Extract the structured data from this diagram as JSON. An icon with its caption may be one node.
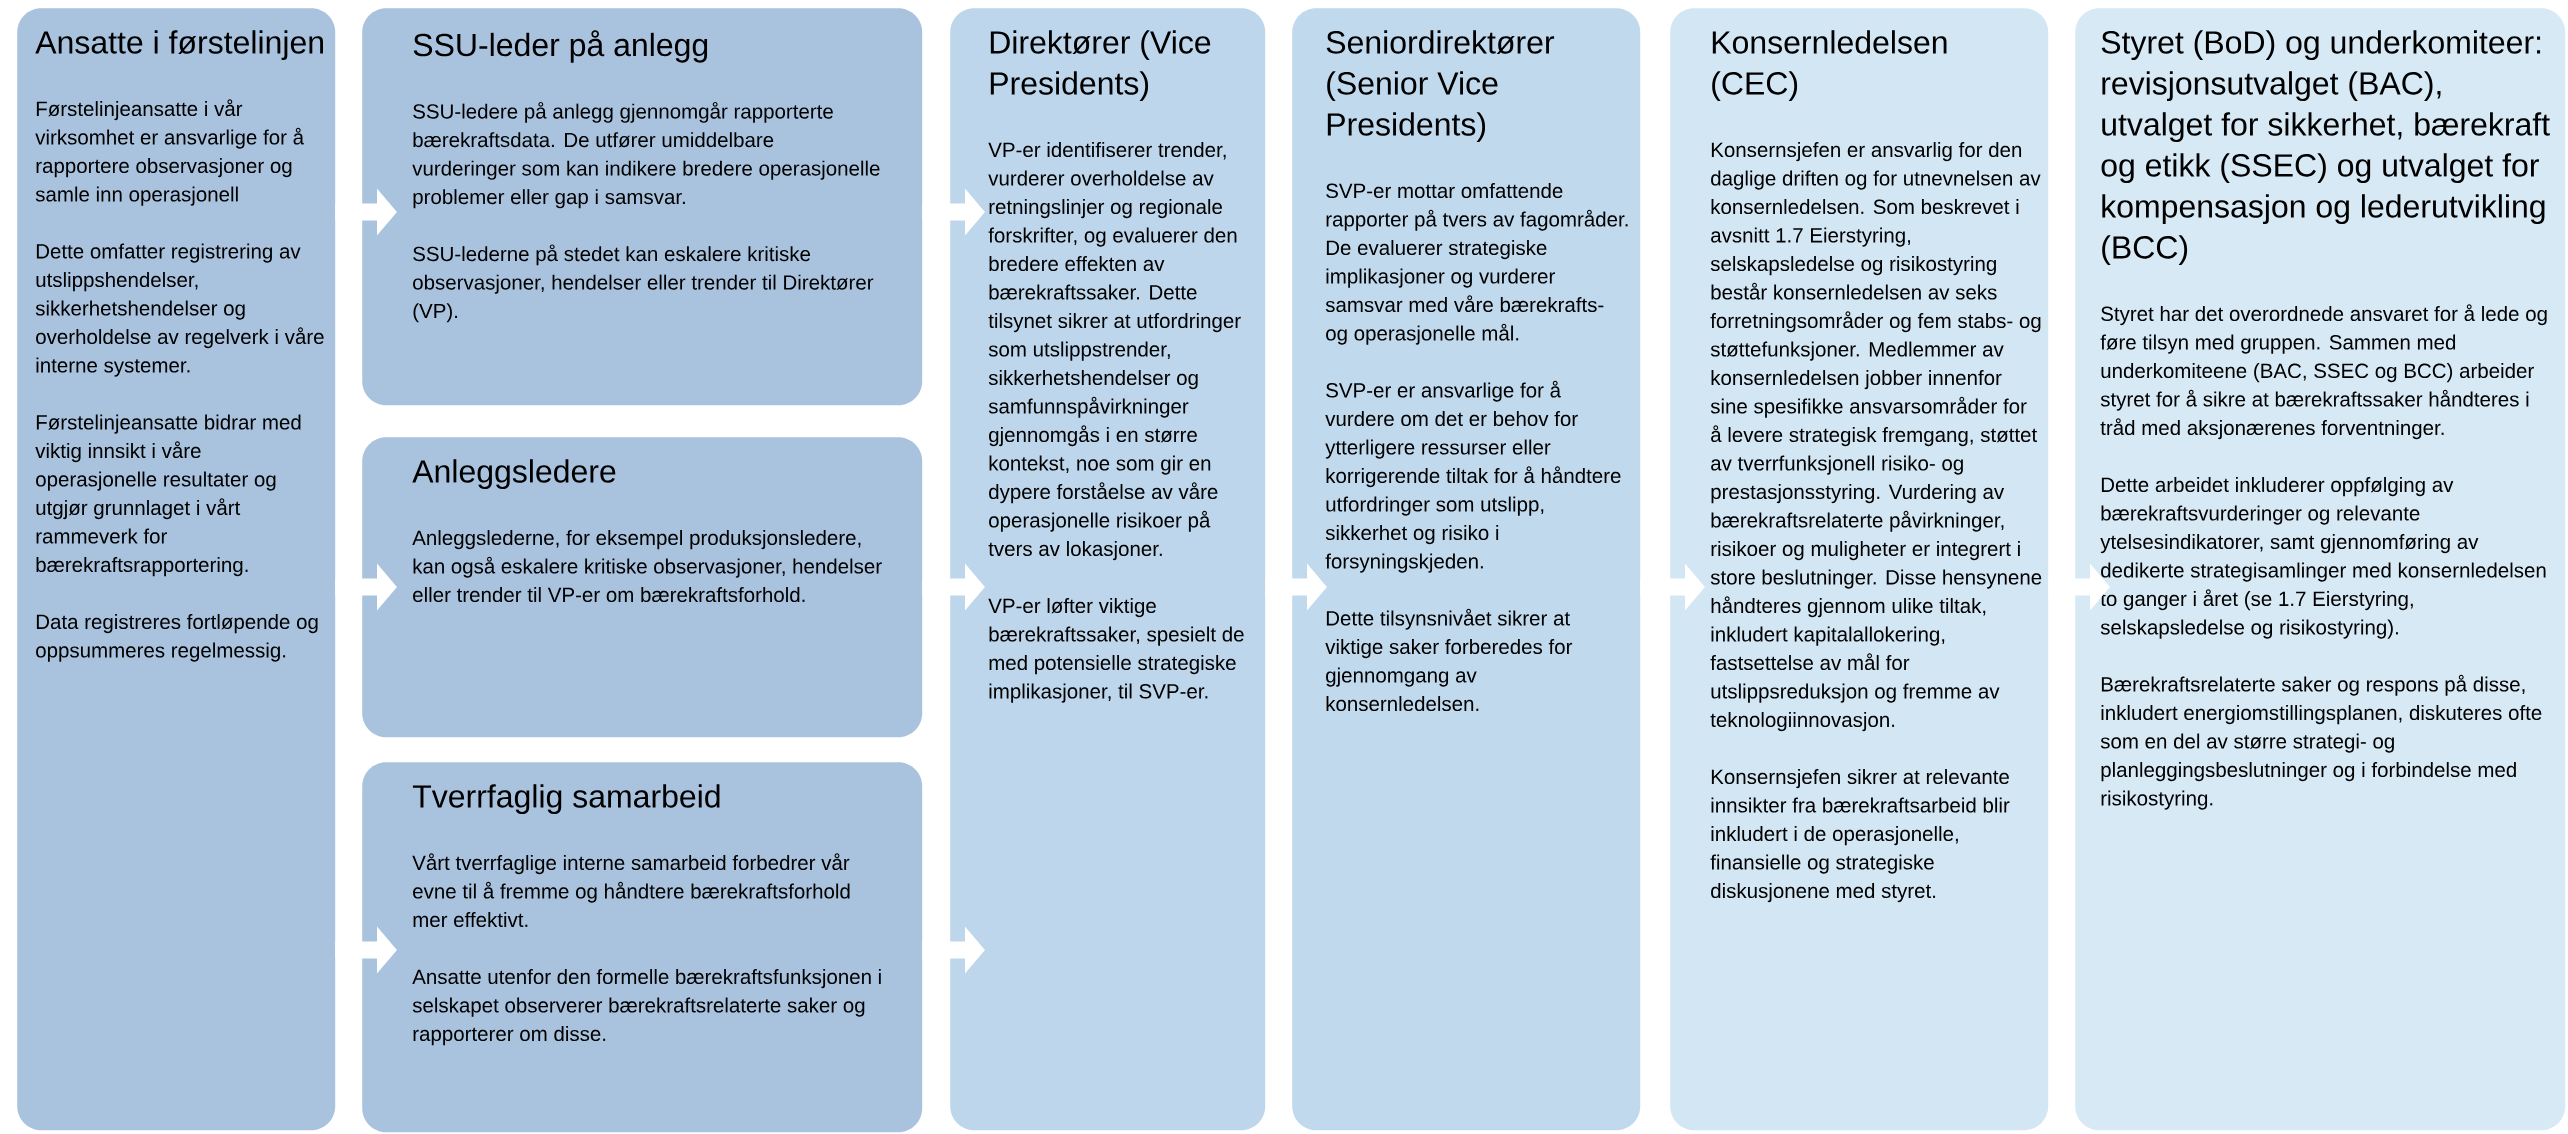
{
  "diagram": {
    "nodes": [
      {
        "text": [
          "Ansatte i førstelinjen",
          "Førstelinjeansatte i vår virksomhet er ansvarlige for å rapportere observasjoner og samle inn operasjonell",
          "Dette omfatter registrering av utslippshendelser, sikkerhetshendelser og overholdelse av regelverk i våre interne systemer.",
          "Førstelinjeansatte bidrar med viktig innsikt i våre operasjonelle resultater og utgjør grunnlaget i vårt rammeverk for bærekraftsrapportering.",
          "Data registreres fortløpende og oppsummeres regelmessig."
        ]
      },
      {
        "text": [
          "SSU-leder på anlegg",
          "SSU-ledere på anlegg gjennomgår rapporterte bærekraftsdata. De utfører umiddelbare vurderinger som kan indikere bredere operasjonelle problemer eller gap i samsvar.",
          "SSU-lederne på stedet kan eskalere kritiske observasjoner, hendelser eller trender til Direktører (VP)."
        ]
      },
      {
        "text": [
          "Anleggsledere",
          "Anleggslederne, for eksempel produksjonsledere, kan også eskalere kritiske observasjoner, hendelser eller trender til VP-er om bærekraftsforhold."
        ]
      },
      {
        "text": [
          "Tverrfaglig samarbeid",
          "Vårt tverrfaglige interne samarbeid forbedrer vår evne til å fremme og håndtere bærekraftsforhold mer effektivt.",
          "Ansatte utenfor den formelle bærekraftsfunksjonen i selskapet observerer bærekraftsrelaterte saker og rapporterer om disse."
        ]
      },
      {
        "text": [
          "Direktører (Vice Presidents)",
          "VP-er identifiserer trender, vurderer overholdelse av retningslinjer og regionale forskrifter, og evaluerer den bredere effekten av bærekraftssaker. Dette tilsynet sikrer at utfordringer som utslippstrender, sikkerhetshendelser og samfunnspåvirkninger gjennomgås i en større kontekst, noe som gir en dypere forståelse av våre operasjonelle risikoer på tvers av lokasjoner.",
          "VP-er løfter viktige bærekraftssaker, spesielt de med potensielle strategiske implikasjoner, til SVP-er."
        ]
      },
      {
        "text": [
          "Seniordirektører (Senior Vice Presidents)",
          "SVP-er mottar omfattende rapporter på tvers av fagområder. De evaluerer strategiske implikasjoner og vurderer samsvar med våre bærekrafts- og operasjonelle mål.",
          "SVP-er er ansvarlige for å vurdere om det er behov for ytterligere ressurser eller korrigerende tiltak for å håndtere utfordringer som utslipp, sikkerhet og risiko i forsyningskjeden.",
          "Dette tilsynsnivået sikrer at viktige saker forberedes for gjennomgang av konsernledelsen."
        ]
      },
      {
        "text": [
          "Konsernledelsen (CEC)",
          "Konsernsjefen er ansvarlig for den daglige driften og for utnevnelsen av konsernledelsen. Som beskrevet i avsnitt 1.7 Eierstyring, selskapsledelse og risikostyring består konsernledelsen av seks forretningsområder og fem stabs- og støttefunksjoner. Medlemmer av konsernledelsen jobber innenfor sine spesifikke ansvarsområder for å levere strategisk fremgang, støttet av tverrfunksjonell risiko- og prestasjonsstyring. Vurdering av bærekraftsrelaterte påvirkninger, risikoer og muligheter er integrert i store beslutninger. Disse hensynene håndteres gjennom ulike tiltak, inkludert kapitalallokering, fastsettelse av mål for utslippsreduksjon og fremme av teknologiinnovasjon.",
          "Konsernsjefen sikrer at relevante innsikter fra bærekraftsarbeid blir inkludert i de operasjonelle, finansielle og strategiske diskusjonene med styret."
        ]
      },
      {
        "text": [
          "Styret (BoD) og underkomiteer: revisjonsutvalget (BAC), utvalget for sikkerhet, bærekraft og etikk (SSEC) og utvalget for kompensasjon og lederutvikling (BCC)",
          "Styret har det overordnede ansvaret for å lede og føre tilsyn med gruppen. Sammen med underkomiteene (BAC, SSEC og BCC) arbeider styret for å sikre at bærekraftssaker håndteres i tråd med aksjonærenes forventninger.",
          "Dette arbeidet inkluderer oppfølging av bærekraftsvurderinger og relevante ytelsesindikatorer, samt gjennomføring av dedikerte strategisamlinger med konsernledelsen to ganger i året (se 1.7 Eierstyring, selskapsledelse og risikostyring).",
          "Bærekraftsrelaterte saker og respons på disse, inkludert energiomstillingsplanen, diskuteres ofte som en del av større strategi- og planleggingsbeslutninger og i forbindelse med risikostyring."
        ]
      }
    ],
    "edges": [
      {
        "from": 0,
        "to": 1,
        "arrow": "to"
      },
      {
        "from": 0,
        "to": 2,
        "arrow": "to"
      },
      {
        "from": 0,
        "to": 3,
        "arrow": "to"
      },
      {
        "from": 1,
        "to": 4,
        "arrow": "to"
      },
      {
        "from": 2,
        "to": 4,
        "arrow": "to"
      },
      {
        "from": 3,
        "to": 4,
        "arrow": "to"
      },
      {
        "from": 4,
        "to": 5,
        "arrow": "to"
      },
      {
        "from": 5,
        "to": 6,
        "arrow": "to"
      },
      {
        "from": 6,
        "to": 7,
        "arrow": "to"
      }
    ]
  }
}
